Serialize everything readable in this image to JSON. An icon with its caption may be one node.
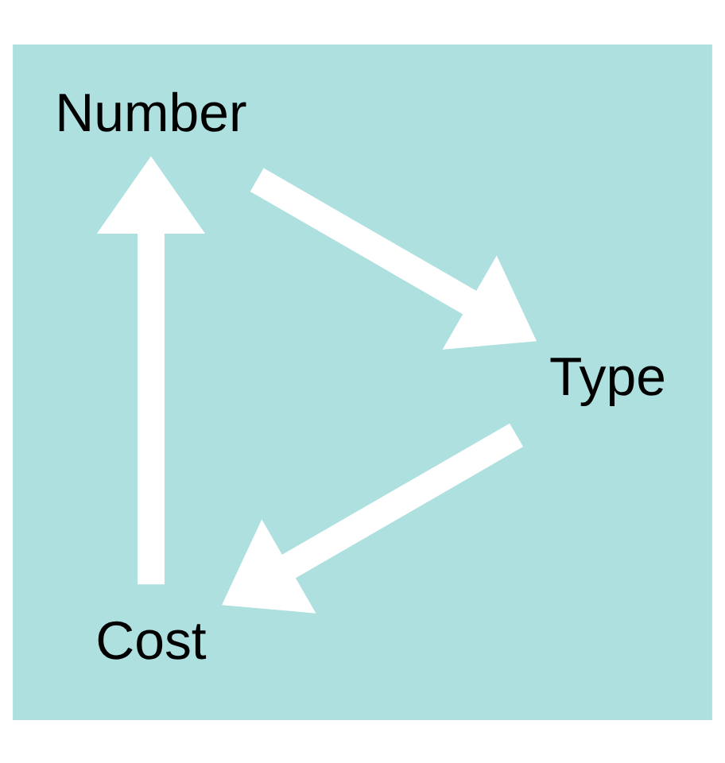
{
  "diagram": {
    "nodes": [
      {
        "text": [
          "Cost"
        ]
      },
      {
        "text": [
          "Number"
        ]
      },
      {
        "text": [
          "Type"
        ]
      }
    ],
    "edges": [
      {
        "from": 0,
        "to": 1,
        "arrow": "to"
      },
      {
        "from": 1,
        "to": 2,
        "arrow": "to"
      },
      {
        "from": 2,
        "to": 0,
        "arrow": "to"
      }
    ]
  }
}
